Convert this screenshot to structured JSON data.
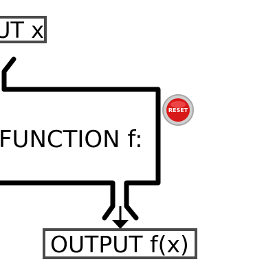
{
  "diagram": {
    "input_label": "UT x",
    "function_label": "FUNCTION f:",
    "output_label": "OUTPUT f(x)",
    "reset_label": "RESET"
  },
  "colors": {
    "stroke": "#000000",
    "box_border": "#4a4a4a",
    "reset_red": "#d81919",
    "reset_ring": "#b7b7b7"
  },
  "icons": {
    "reset": "red-reset-button",
    "output_arrow": "down-arrow"
  }
}
